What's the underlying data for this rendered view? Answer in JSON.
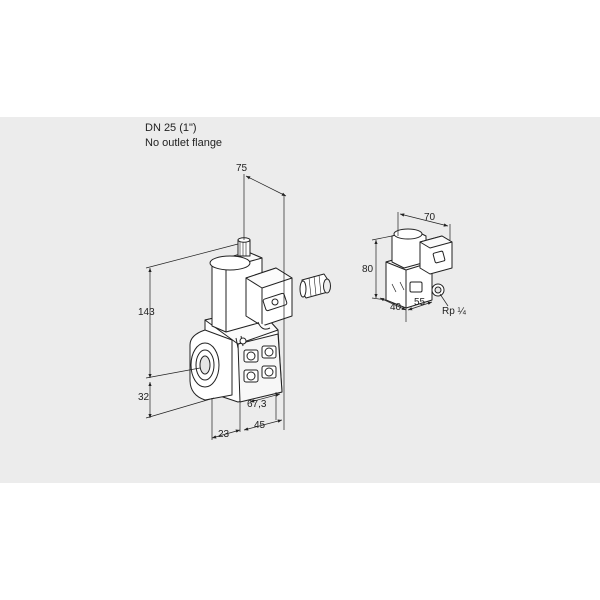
{
  "header": {
    "line1": "DN 25 (1\")",
    "line2": "No outlet flange"
  },
  "dimensions": {
    "width_top": "75",
    "height_total": "143",
    "height_lower": "32",
    "depth_front": "23",
    "width_bottom": "45",
    "offset": "67,3"
  },
  "side_view": {
    "width": "70",
    "height": "80",
    "base_left": "40",
    "base_right": "55",
    "thread": "Rp ¼"
  }
}
